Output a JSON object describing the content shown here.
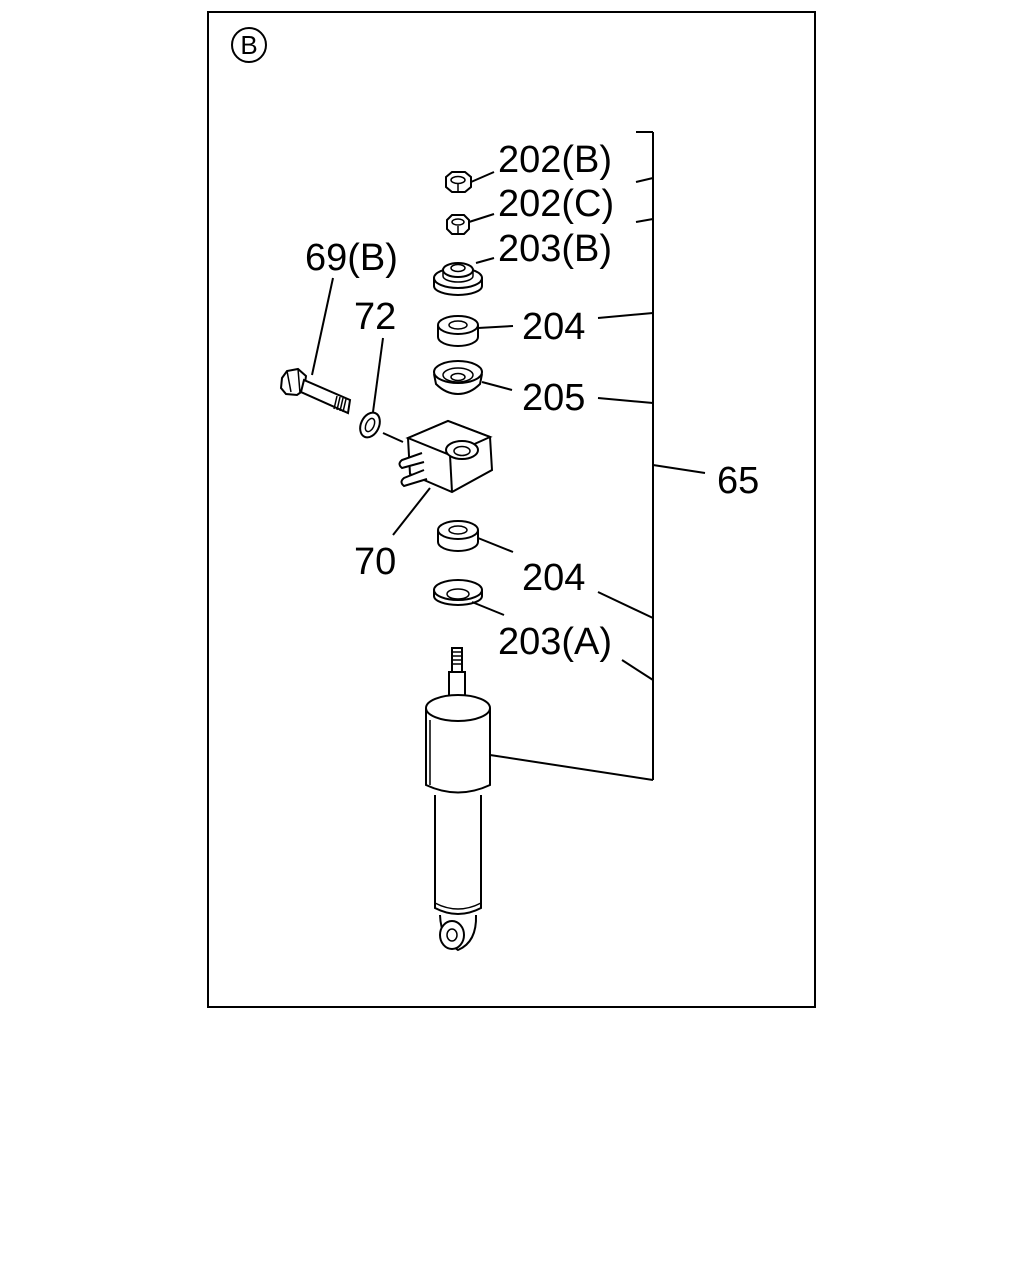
{
  "view_label": "B",
  "callouts": {
    "c202b": "202(B)",
    "c202c": "202(C)",
    "c203b": "203(B)",
    "c204_upper": "204",
    "c205": "205",
    "c65": "65",
    "c204_lower": "204",
    "c203a": "203(A)",
    "c69b": "69(B)",
    "c72": "72",
    "c70": "70"
  }
}
